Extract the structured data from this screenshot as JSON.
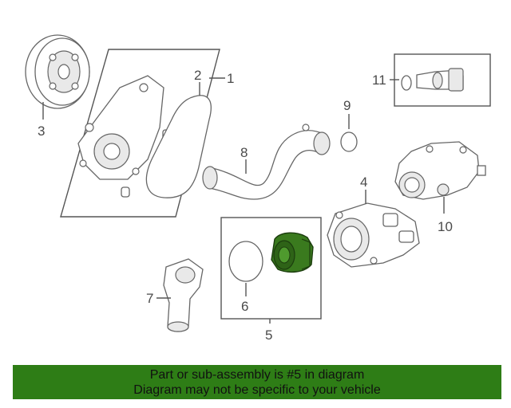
{
  "diagram": {
    "callouts": {
      "c1": "1",
      "c2": "2",
      "c3": "3",
      "c4": "4",
      "c5": "5",
      "c6": "6",
      "c7": "7",
      "c8": "8",
      "c9": "9",
      "c10": "10",
      "c11": "11"
    },
    "highlight_color": "#3a7a1e"
  },
  "banner": {
    "line1": "Part or sub-assembly is #5 in diagram",
    "line2": "Diagram may not be specific to your vehicle",
    "background_color": "#2e7d16"
  }
}
